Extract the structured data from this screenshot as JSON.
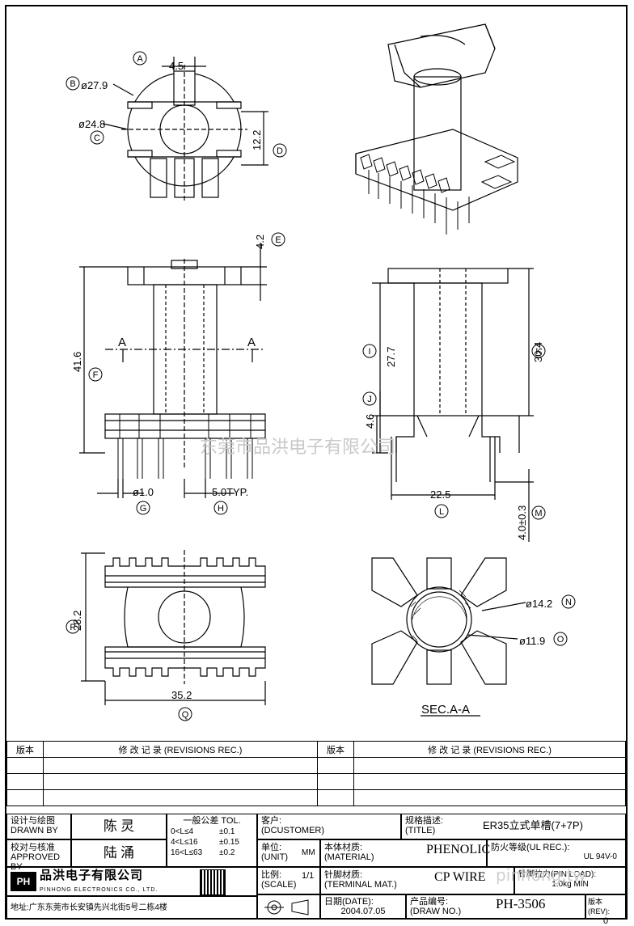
{
  "watermark": "东莞市品洪电子有限公司",
  "watermark_url": "pinhong.tw",
  "labels": {
    "A": "A",
    "B": "B",
    "C": "C",
    "D": "D",
    "E": "E",
    "F": "F",
    "G": "G",
    "H": "H",
    "I": "I",
    "J": "J",
    "K": "K",
    "L": "L",
    "M": "M",
    "N": "N",
    "O": "O",
    "P": "P",
    "Q": "Q"
  },
  "dims": {
    "a": "4.5",
    "b": "ø27.9",
    "c": "ø24.8",
    "d": "12.2",
    "e": "4.2",
    "f": "41.6",
    "g": "ø1.0",
    "h": "5.0TYP.",
    "i": "27.7",
    "j": "4.6",
    "k": "30.4",
    "l": "22.5",
    "m": "4.0±0.3",
    "n": "ø14.2",
    "o": "ø11.9",
    "p": "28.2",
    "q": "35.2"
  },
  "section_letter_left": "A",
  "section_letter_right": "A",
  "section_label": "SEC.A-A",
  "revisions": {
    "col1": "版本",
    "col2": "修 改 记 录 (REVISIONS REC.)",
    "col3": "版本",
    "col4": "修 改 记 录 (REVISIONS REC.)"
  },
  "title_block": {
    "designed_cn": "设计与绘图",
    "designed_en": "DRAWN BY",
    "designer": "陈 灵",
    "approved_cn": "校对与核准",
    "approved_en": "APPROVED BY",
    "approver": "陆 涌",
    "tol_title": "一般公差 TOL.",
    "tol_rows": [
      [
        "0<L≤4",
        "±0.1"
      ],
      [
        "4<L≤16",
        "±0.15"
      ],
      [
        "16<L≤63",
        "±0.2"
      ]
    ],
    "customer_cn": "客户:",
    "customer_en": "(DCUSTOMER)",
    "spec_cn": "规格描述:",
    "spec_en": "(TITLE)",
    "spec_value": "ER35立式单槽(7+7P)",
    "unit_cn": "单位:",
    "unit_en": "(UNIT)",
    "unit_value": "MM",
    "material_cn": "本体材质:",
    "material_en": "(MATERIAL)",
    "material_value": "PHENOLIC",
    "ul_cn": "防火等级(UL REC.):",
    "ul_value": "UL 94V-0",
    "scale_cn": "比例:",
    "scale_en": "(SCALE)",
    "scale_value": "1/1",
    "terminal_cn": "针脚材质:",
    "terminal_en": "(TERMINAL MAT.)",
    "terminal_value": "CP WIRE",
    "pinload_cn": "针脚拉力(PIN LOAD):",
    "pinload_value": "1.0kg MIN",
    "date_cn": "日期(DATE):",
    "date_value": "2004.07.05",
    "drawno_cn": "产品编号:",
    "drawno_en": "(DRAW NO.)",
    "drawno_value": "PH-3506",
    "rev_cn": "版本(REV):",
    "rev_value": "0",
    "company_cn": "品洪电子有限公司",
    "company_en": "PINHONG ELECTRONICS CO., LTD.",
    "logo_text": "PH",
    "address": "地址:广东东莞市长安镇先兴北街5号二栋4楼"
  }
}
